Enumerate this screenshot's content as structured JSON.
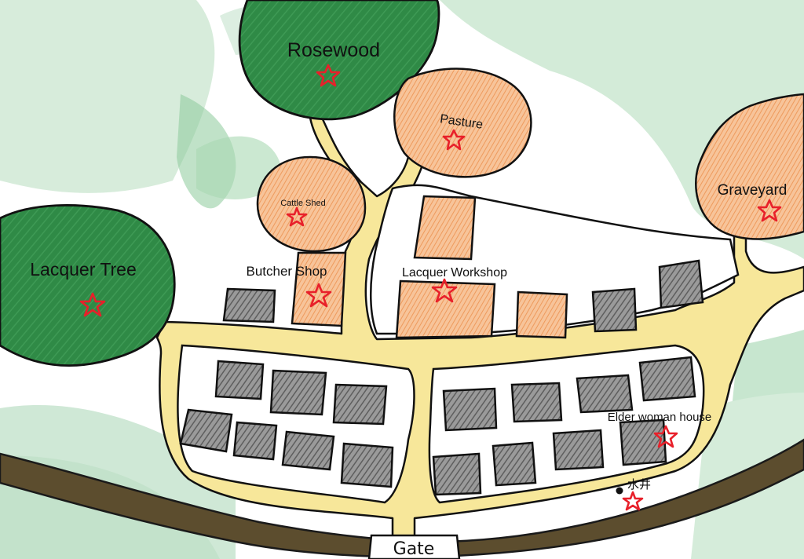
{
  "map": {
    "labels": {
      "rosewood": "Rosewood",
      "pasture": "Pasture",
      "graveyard": "Graveyard",
      "cattle_shed": "Cattle Shed",
      "lacquer_tree": "Lacquer Tree",
      "butcher_shop": "Butcher Shop",
      "lacquer_workshop": "Lacquer Workshop",
      "elder_woman_house": "Elder woman house",
      "well": "水井",
      "gate": "Gate"
    },
    "colors": {
      "forest": "#2f8a46",
      "orchard_area": "#f2b27e",
      "road": "#f7e79a",
      "outer_road": "#5c4d2e",
      "background": "#cfe8d6",
      "house_grey": "#7a7a7a",
      "marker_star": "#e8202a"
    },
    "icons": [
      "star-marker-icon",
      "dot-icon"
    ]
  }
}
